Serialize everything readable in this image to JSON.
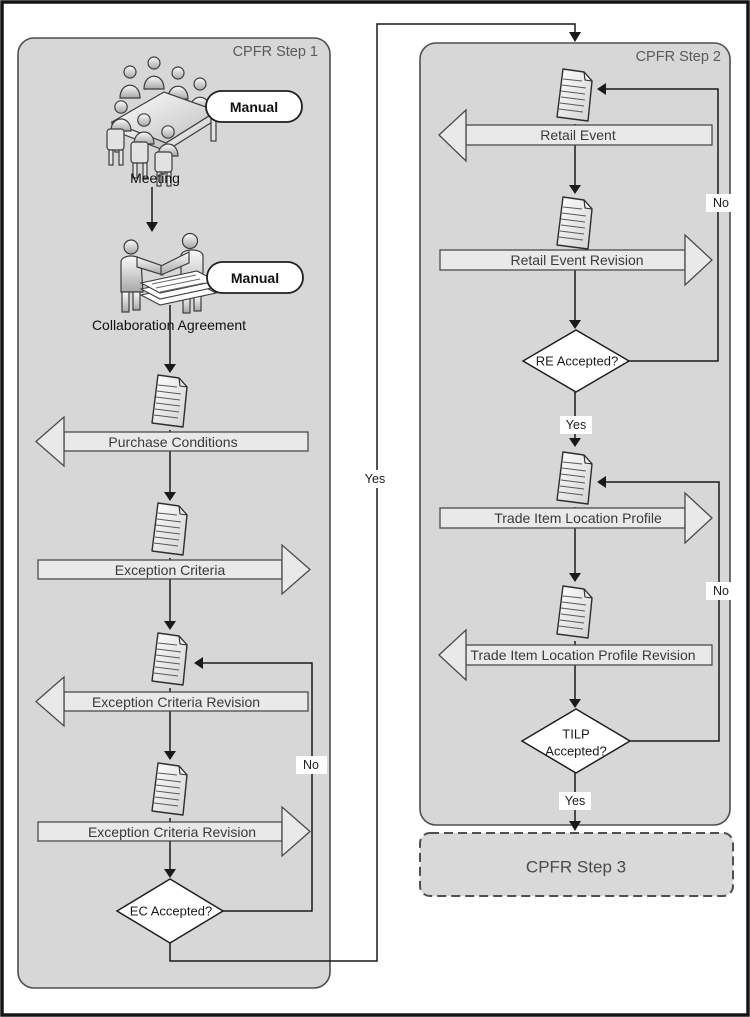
{
  "diagram": {
    "colors": {
      "panel_fill": "#d7d7d7",
      "arrow_fill": "#e9e9e9",
      "line": "#1a1a1a",
      "title_text": "#5a5a5a"
    },
    "step1": {
      "title": "CPFR Step 1",
      "meeting": {
        "caption": "Meeting",
        "manual": "Manual"
      },
      "collaboration": {
        "caption": "Collaboration Agreement",
        "manual": "Manual"
      },
      "arrows": [
        {
          "label": "Purchase Conditions",
          "direction": "left"
        },
        {
          "label": "Exception Criteria",
          "direction": "right"
        },
        {
          "label": "Exception Criteria Revision",
          "direction": "left"
        },
        {
          "label": "Exception Criteria Revision",
          "direction": "right"
        }
      ],
      "decision": {
        "label": "EC Accepted?",
        "no": "No",
        "yes": "Yes"
      }
    },
    "step2": {
      "title": "CPFR Step 2",
      "arrows": [
        {
          "label": "Retail Event",
          "direction": "left"
        },
        {
          "label": "Retail Event Revision",
          "direction": "right"
        },
        {
          "label": "Trade Item Location Profile",
          "direction": "right"
        },
        {
          "label": "Trade Item Location Profile Revision",
          "direction": "left"
        }
      ],
      "decision1": {
        "label": "RE Accepted?",
        "yes": "Yes",
        "no": "No"
      },
      "decision2": {
        "line1": "TILP",
        "line2": "Accepted?",
        "yes": "Yes",
        "no": "No"
      }
    },
    "step3": {
      "title": "CPFR Step 3"
    }
  }
}
